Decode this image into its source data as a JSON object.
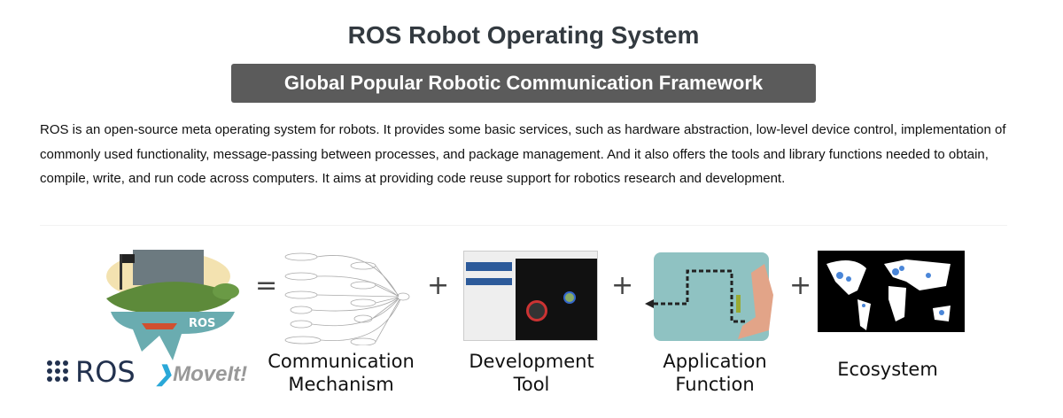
{
  "header": {
    "title": "ROS Robot Operating System",
    "subtitle": "Global Popular Robotic Communication Framework"
  },
  "description": "ROS is an open-source meta operating system for robots. It provides some basic services, such as hardware abstraction, low-level device control, implementation of commonly used functionality, message-passing between processes, and package management. And it also offers the tools and library functions needed to obtain, compile, write, and run code across computers. It aims at providing code reuse support for robotics research and development.",
  "diagram": {
    "logos": {
      "ros": "ROS",
      "moveit": "MoveIt!",
      "turtle_badge": "ROS"
    },
    "operators": {
      "equals": "=",
      "plus": "+"
    },
    "components": [
      {
        "line1": "Communication",
        "line2": "Mechanism"
      },
      {
        "line1": "Development",
        "line2": "Tool"
      },
      {
        "line1": "Application",
        "line2": "Function"
      },
      {
        "line1": "Ecosystem"
      }
    ]
  }
}
